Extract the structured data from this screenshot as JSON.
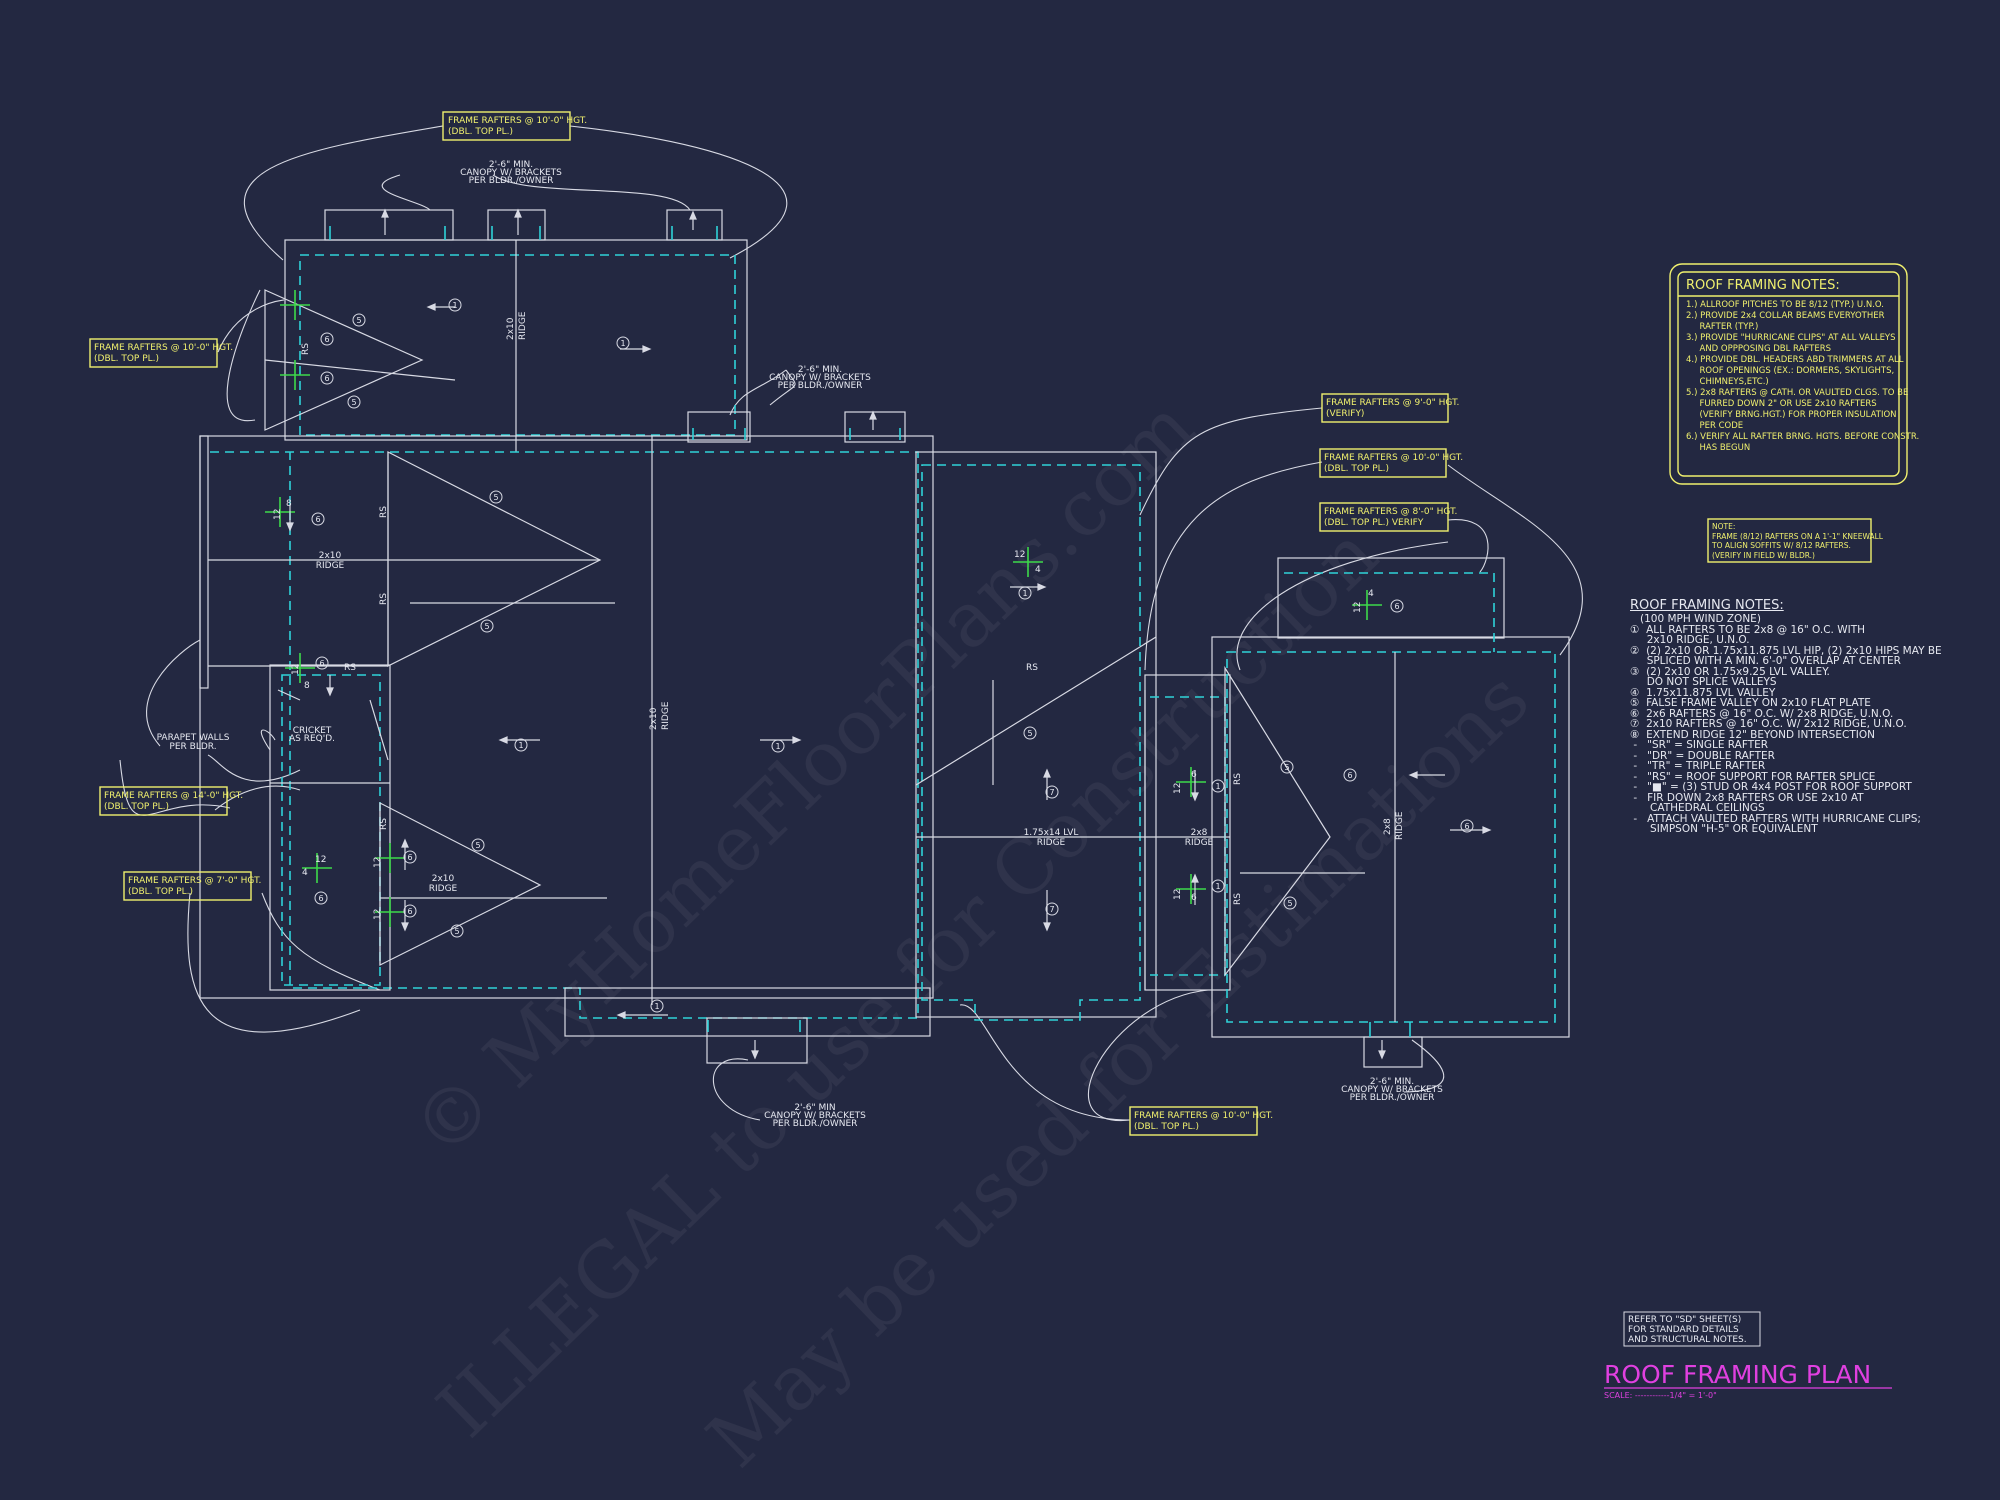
{
  "title": "ROOF FRAMING PLAN",
  "scale": "SCALE: ------------1/4\" = 1'-0\"",
  "refer_note": [
    "REFER TO \"SD\" SHEET(S)",
    "FOR STANDARD DETAILS",
    "AND STRUCTURAL NOTES."
  ],
  "yellow_notes": {
    "title": "ROOF FRAMING NOTES:",
    "items": [
      "1.) ALLROOF PITCHES TO BE 8/12 (TYP.) U.N.O.",
      "2.) PROVIDE 2x4 COLLAR BEAMS EVERYOTHER",
      "     RAFTER (TYP.)",
      "3.) PROVIDE \"HURRICANE CLIPS\" AT ALL VALLEYS",
      "     AND OPPPOSING DBL RAFTERS",
      "4.) PROVIDE DBL. HEADERS ABD TRIMMERS AT ALL",
      "     ROOF OPENINGS (EX.: DORMERS, SKYLIGHTS,",
      "     CHIMNEYS,ETC.)",
      "5.) 2x8 RAFTERS @ CATH. OR VAULTED CLGS. TO BE",
      "     FURRED DOWN 2\" OR USE 2x10 RAFTERS",
      "     (VERIFY BRNG.HGT.) FOR PROPER INSULATION",
      "     PER CODE",
      "6.) VERIFY ALL RAFTER BRNG. HGTS. BEFORE CONSTR.",
      "     HAS BEGUN"
    ]
  },
  "side_note": [
    "NOTE:",
    "FRAME (8/12) RAFTERS ON A 1'-1\" KNEEWALL",
    "TO ALIGN SOFFITS W/ 8/12 RAFTERS.",
    "(VERIFY IN FIELD W/ BLDR.)"
  ],
  "white_notes": {
    "title": "ROOF FRAMING NOTES:",
    "items": [
      "   (100 MPH WIND ZONE)",
      "①  ALL RAFTERS TO BE 2x8 @ 16\" O.C. WITH",
      "     2x10 RIDGE, U.N.O.",
      "②  (2) 2x10 OR 1.75x11.875 LVL HIP, (2) 2x10 HIPS MAY BE",
      "     SPLICED WITH A MIN. 6'-0\" OVERLAP AT CENTER",
      "③  (2) 2x10 OR 1.75x9.25 LVL VALLEY.",
      "     DO NOT SPLICE VALLEYS",
      "④  1.75x11.875 LVL VALLEY",
      "⑤  FALSE FRAME VALLEY ON 2x10 FLAT PLATE",
      "⑥  2x6 RAFTERS @ 16\" O.C. W/ 2x8 RIDGE, U.N.O.",
      "⑦  2x10 RAFTERS @ 16\" O.C. W/ 2x12 RIDGE, U.N.O.",
      "⑧  EXTEND RIDGE 12\" BEYOND INTERSECTION",
      " -   \"SR\" = SINGLE RAFTER",
      " -   \"DR\" = DOUBLE RAFTER",
      " -   \"TR\" = TRIPLE RAFTER",
      " -   \"RS\" = ROOF SUPPORT FOR RAFTER SPLICE",
      " -   \"■\" = (3) STUD OR 4x4 POST FOR ROOF SUPPORT",
      " -   FIR DOWN 2x8 RAFTERS OR USE 2x10 AT",
      "      CATHEDRAL CEILINGS",
      " -   ATTACH VAULTED RAFTERS WITH HURRICANE CLIPS;",
      "      SIMPSON \"H-5\" OR EQUIVALENT"
    ]
  },
  "callouts": {
    "c1": [
      "FRAME RAFTERS @ 10'-0\" HGT.",
      "(DBL. TOP PL.)"
    ],
    "c2": [
      "FRAME RAFTERS @ 10'-0\" HGT.",
      "(DBL. TOP PL.)"
    ],
    "c3": [
      "FRAME RAFTERS @ 9'-0\" HGT.",
      "(VERIFY)"
    ],
    "c4": [
      "FRAME RAFTERS @ 10'-0\" HGT.",
      "(DBL. TOP PL.)"
    ],
    "c5": [
      "FRAME RAFTERS @ 8'-0\" HGT.",
      "(DBL. TOP PL.) VERIFY"
    ],
    "c6": [
      "FRAME RAFTERS @ 14'-0\" HGT.",
      "(DBL. TOP PL.)"
    ],
    "c7": [
      "FRAME RAFTERS @ 7'-0\" HGT.",
      "(DBL. TOP PL.)"
    ],
    "c8": [
      "FRAME RAFTERS @ 10'-0\" HGT.",
      "(DBL. TOP PL.)"
    ]
  },
  "labels": {
    "canopy": [
      "2'-6\" MIN.",
      "CANOPY W/ BRACKETS",
      "PER BLDR./OWNER"
    ],
    "canopy_b": [
      "2'-6\" MIN",
      "CANOPY W/ BRACKETS",
      "PER BLDR./OWNER"
    ],
    "parapet": [
      "PARAPET WALLS",
      "PER BLDR."
    ],
    "cricket": [
      "CRICKET",
      "AS REQ'D."
    ],
    "ridge_2x10": "2x10",
    "ridge": "RIDGE",
    "ridge_lvl": "1.75x14 LVL",
    "ridge_2x8": "2x8",
    "rs": "RS",
    "pitch_12": "12",
    "pitch_8": "8",
    "pitch_4": "4",
    "pitch_6": "6",
    "n1": "1",
    "n5": "5",
    "n6": "6",
    "n7": "7"
  },
  "watermark": {
    "line1": "© MyHomeFloorPlans.com",
    "line2": "ILLEGAL to use for Construction",
    "line3": "May be used for Estimations"
  },
  "colors": {
    "background": "#232841",
    "wall": "#d8dae4",
    "dashed_line": "#2fd3d8",
    "callout": "#f0f06e",
    "title": "#e040e0",
    "pitch_mark": "#3dd94a"
  }
}
